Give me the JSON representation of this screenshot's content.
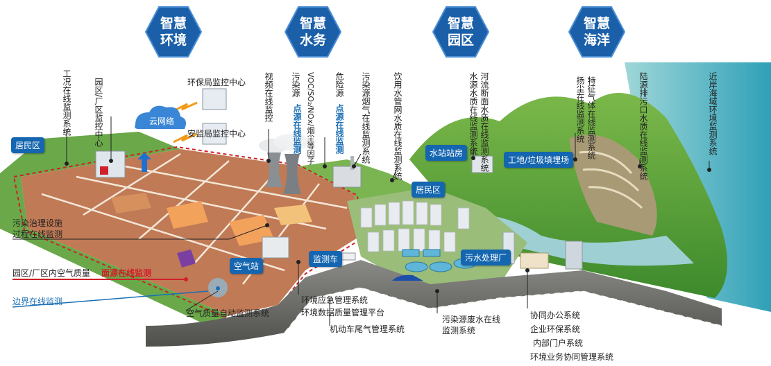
{
  "colors": {
    "hex_fill": "#1a5fa8",
    "label_bg": "#1566b0",
    "red_line": "#d0202a",
    "blue_text": "#1a6fb5",
    "land_brown": "#b86a4a",
    "grass_green": "#5aa83a",
    "sea_teal": "#4fb8c8"
  },
  "headers": [
    {
      "line1": "智慧",
      "line2": "环境"
    },
    {
      "line1": "智慧",
      "line2": "水务"
    },
    {
      "line1": "智慧",
      "line2": "园区"
    },
    {
      "line1": "智慧",
      "line2": "海洋"
    }
  ],
  "vertical_labels": {
    "workcond": "工况在线监测系统",
    "park_monitor": "园区/厂区监控中心",
    "video": "视频在线监控",
    "pollution_source": "污染源",
    "point_source_1": "点源在线监测",
    "voc": "VOC/SO₂/NOx/烟尘等因子",
    "hazard": "危险源",
    "point_source_2": "点源在线监测",
    "flue_gas": "污染源烟气在线监测系统",
    "drinking_water": "饮用水管网水质在线监测系统",
    "water_source": "水源水质在线监测系统",
    "river_section": "河流断面水质在线监测系统",
    "odor_gas": "特征气体在线监测系统",
    "dust": "扬尘在线监测系统",
    "land_outfall": "陆源排污口水质在线监测系统",
    "coastal": "近岸海域环境监测系统"
  },
  "labels": {
    "epb_center": "环保局监控中心",
    "safety_center": "安监局监控中心",
    "cloud": "云网络",
    "pollution_treat_1": "污染治理设施",
    "pollution_treat_2": "过程在线监测",
    "air_quality": "园区/厂区内空气质量",
    "area_monitor": "面源在线监测",
    "boundary": "边界在线监测",
    "air_auto": "空气质量自动监测系统",
    "emergency": "环境应急管理系统",
    "data_quality": "环境数据质量管理平台",
    "vehicle_exhaust": "机动车尾气管理系统",
    "wastewater_1": "污染源废水在线",
    "wastewater_2": "监测系统",
    "office": "协同办公系统",
    "enterprise": "企业环保系统",
    "portal": "内部门户系统",
    "business": "环境业务协同管理系统"
  },
  "tags": {
    "residential_1": "居民区",
    "residential_2": "居民区",
    "air_station": "空气站",
    "monitor_car": "监测车",
    "water_station": "水站站房",
    "landfill": "工地/垃圾填埋场",
    "sewage_plant": "污水处理厂"
  }
}
